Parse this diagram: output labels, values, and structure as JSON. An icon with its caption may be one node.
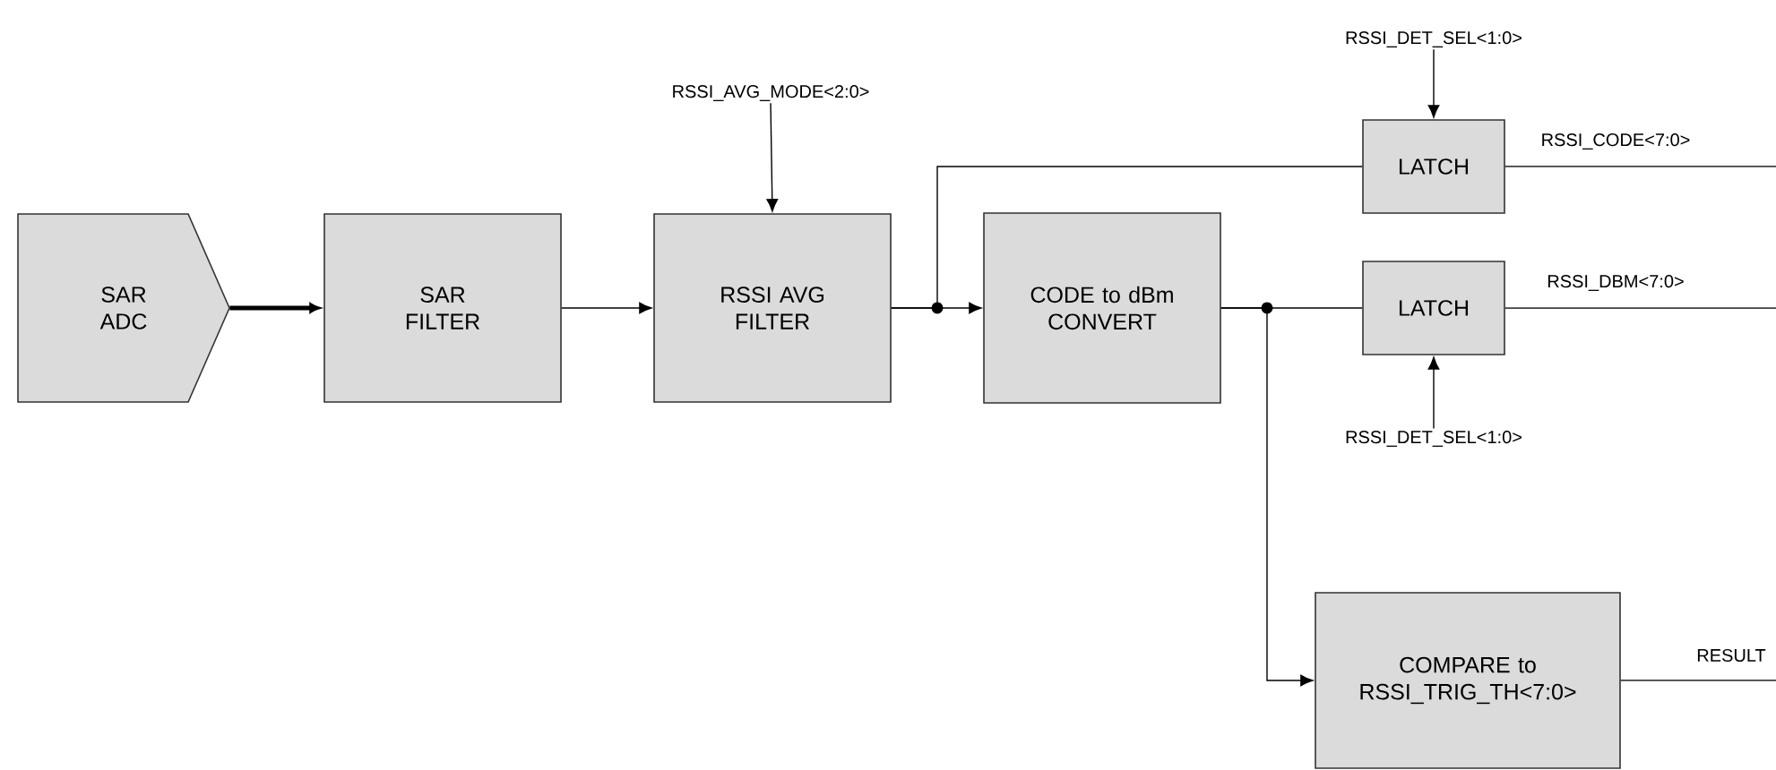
{
  "diagram": {
    "nodes": [
      {
        "text": [
          "SAR ADC"
        ]
      },
      {
        "text": [
          "SAR FILTER"
        ]
      },
      {
        "text": [
          "RSSI AVG FILTER"
        ]
      },
      {
        "text": [
          "CODE to dBm CONVERT"
        ]
      },
      {
        "text": [
          "LATCH"
        ]
      },
      {
        "text": [
          "LATCH"
        ]
      },
      {
        "text": [
          "COMPARE to RSSI_TRIG_TH<7:0>"
        ]
      },
      {
        "text": [
          "RSSI_AVG_MODE<2:0>"
        ]
      },
      {
        "text": [
          "RSSI_DET_SEL<1:0>"
        ]
      },
      {
        "text": [
          "RSSI_DET_SEL<1:0>"
        ]
      }
    ],
    "edges": [
      {
        "from": 0,
        "to": 1,
        "arrow": "to",
        "style": "thick"
      },
      {
        "from": 1,
        "to": 2,
        "arrow": "to"
      },
      {
        "from": 2,
        "to": 3,
        "arrow": "to"
      },
      {
        "from": 2,
        "to": 4,
        "arrow": "none"
      },
      {
        "from": 3,
        "to": 5,
        "arrow": "none"
      },
      {
        "from": 3,
        "to": 6,
        "arrow": "to"
      },
      {
        "from": 7,
        "to": 2,
        "arrow": "to"
      },
      {
        "from": 8,
        "to": 4,
        "arrow": "to"
      },
      {
        "from": 9,
        "to": 5,
        "arrow": "to"
      },
      {
        "from": 4,
        "to": null,
        "arrow": "none",
        "label": "RSSI_CODE<7:0>"
      },
      {
        "from": 5,
        "to": null,
        "arrow": "none",
        "label": "RSSI_DBM<7:0>"
      },
      {
        "from": 6,
        "to": null,
        "arrow": "none",
        "label": "RESULT"
      }
    ]
  }
}
